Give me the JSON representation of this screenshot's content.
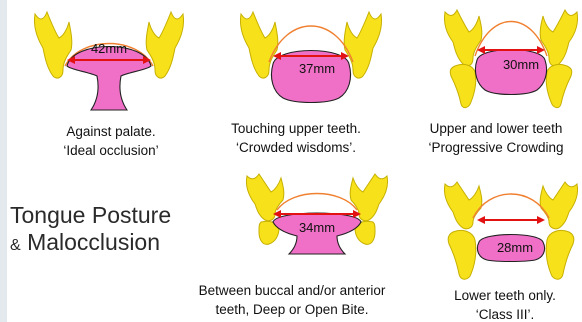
{
  "title": {
    "line1": "Tongue Posture",
    "amp": "&",
    "line2": "Malocclusion"
  },
  "panels": [
    {
      "id": "against-palate",
      "measurement": "42mm",
      "caption": [
        "Against palate.",
        "‘Ideal occlusion’"
      ]
    },
    {
      "id": "touching-upper",
      "measurement": "37mm",
      "caption": [
        "Touching upper teeth.",
        "‘Crowded wisdoms’."
      ]
    },
    {
      "id": "upper-lower",
      "measurement": "30mm",
      "caption": [
        "Upper and lower teeth",
        "‘Progressive Crowding"
      ]
    },
    {
      "id": "between-buccal",
      "measurement": "34mm",
      "caption": [
        "Between buccal and/or anterior",
        "teeth, Deep or Open Bite."
      ]
    },
    {
      "id": "lower-only",
      "measurement": "28mm",
      "caption": [
        "Lower teeth only.",
        "‘Class III’."
      ]
    }
  ],
  "colors": {
    "tooth": "#f7e11a",
    "tooth_outline": "#c7b000",
    "tongue": "#f070c8",
    "tongue_outline": "#222222",
    "palate_arc": "#f08030",
    "arrow": "#e31212",
    "background": "#ffffff",
    "frame": "#e4e9ee"
  }
}
